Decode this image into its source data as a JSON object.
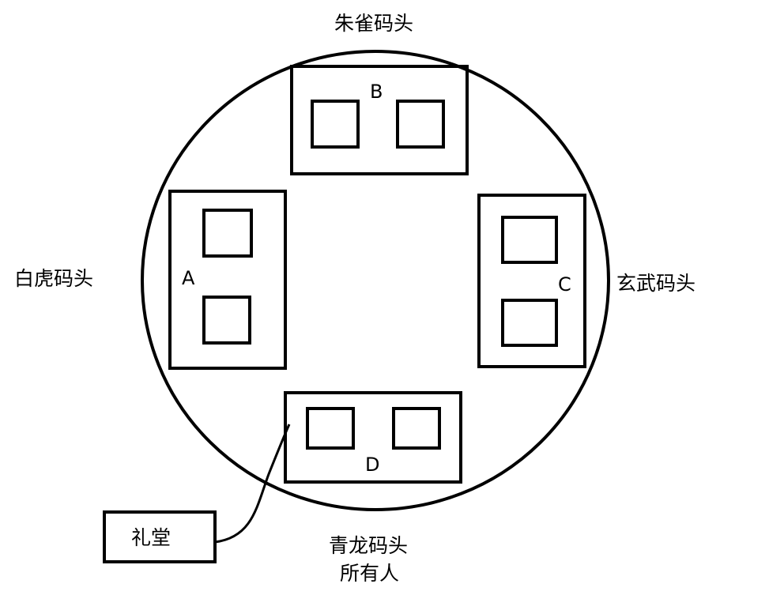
{
  "colors": {
    "line": "#000000",
    "background": "#ffffff"
  },
  "docks": {
    "north": "朱雀码头",
    "west": "白虎码头",
    "east": "玄武码头",
    "south": "青龙码头",
    "south_note": "所有人"
  },
  "blocks": {
    "b": "B",
    "a": "A",
    "c": "C",
    "d": "D"
  },
  "hall": {
    "label": "礼堂"
  }
}
